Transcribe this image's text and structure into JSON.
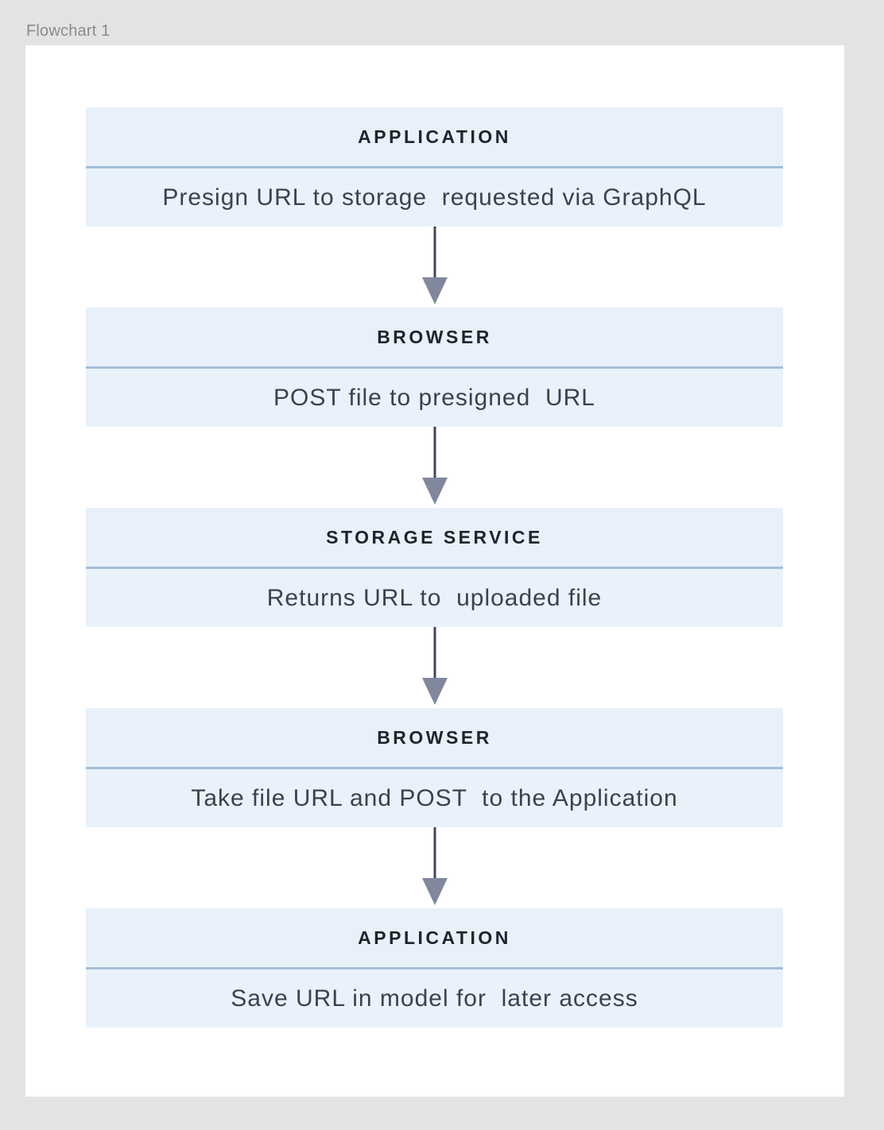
{
  "page": {
    "label": "Flowchart 1"
  },
  "colors": {
    "page_bg": "#e3e3e3",
    "canvas_bg": "#ffffff",
    "node_header_bg": "#e8f0f9",
    "node_body_bg": "#e9f2fb",
    "divider_color": "#a3bed8",
    "arrow_stem": "#40475a",
    "arrow_head": "#81879d",
    "header_text": "#20242c",
    "body_text": "#3b414d",
    "label_text": "#8b8b8d"
  },
  "flowchart": {
    "steps": [
      {
        "title": "APPLICATION",
        "description": "Presign URL to storage  requested via GraphQL"
      },
      {
        "title": "BROWSER",
        "description": "POST file to presigned  URL"
      },
      {
        "title": "STORAGE SERVICE",
        "description": "Returns URL to  uploaded file"
      },
      {
        "title": "BROWSER",
        "description": "Take file URL and POST  to the Application"
      },
      {
        "title": "APPLICATION",
        "description": "Save URL in model for  later access"
      }
    ],
    "edges": [
      {
        "from": 0,
        "to": 1,
        "type": "arrow-down"
      },
      {
        "from": 1,
        "to": 2,
        "type": "arrow-down"
      },
      {
        "from": 2,
        "to": 3,
        "type": "arrow-down"
      },
      {
        "from": 3,
        "to": 4,
        "type": "arrow-down"
      }
    ]
  }
}
